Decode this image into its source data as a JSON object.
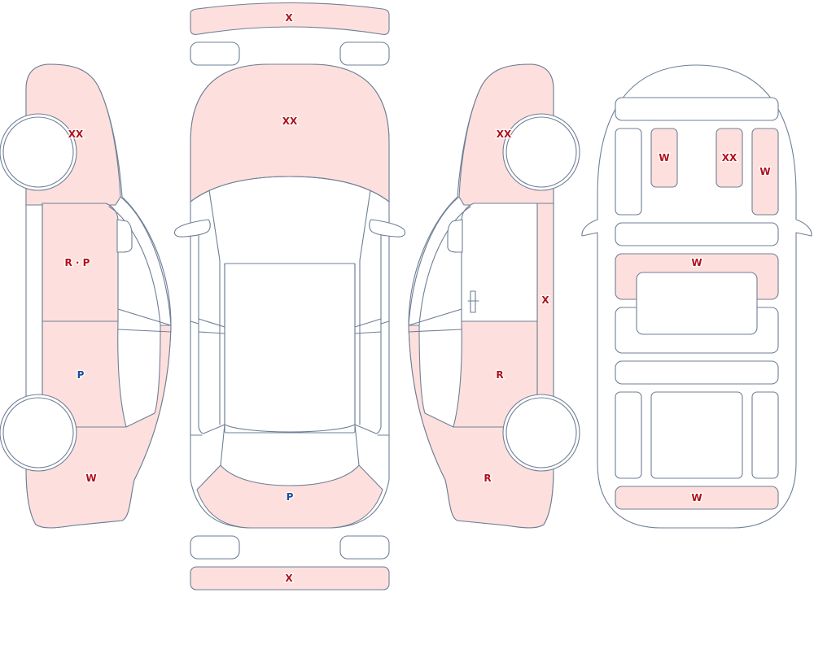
{
  "colors": {
    "damage_fill": "#fde0dd",
    "clean_fill": "#ffffff",
    "outline": "#6f7f96",
    "label_red": "#b10f1a",
    "label_blue": "#1d4c9c"
  },
  "views": {
    "left_side": {
      "front_fender": "XX",
      "front_door": "R · P",
      "rear_door": "P",
      "rear_quarter": "W"
    },
    "top": {
      "front_bumper": "X",
      "hood": "XX",
      "trunk": "P",
      "rear_bumper": "X"
    },
    "right_side": {
      "front_fender": "XX",
      "rocker_panel": "X",
      "rear_door": "R",
      "rear_quarter": "R"
    },
    "frame": {
      "inner_panel_left": "W",
      "inner_panel_center": "XX",
      "inner_panel_right": "W",
      "cross_member_mid": "W",
      "cross_member_rear": "W"
    }
  }
}
